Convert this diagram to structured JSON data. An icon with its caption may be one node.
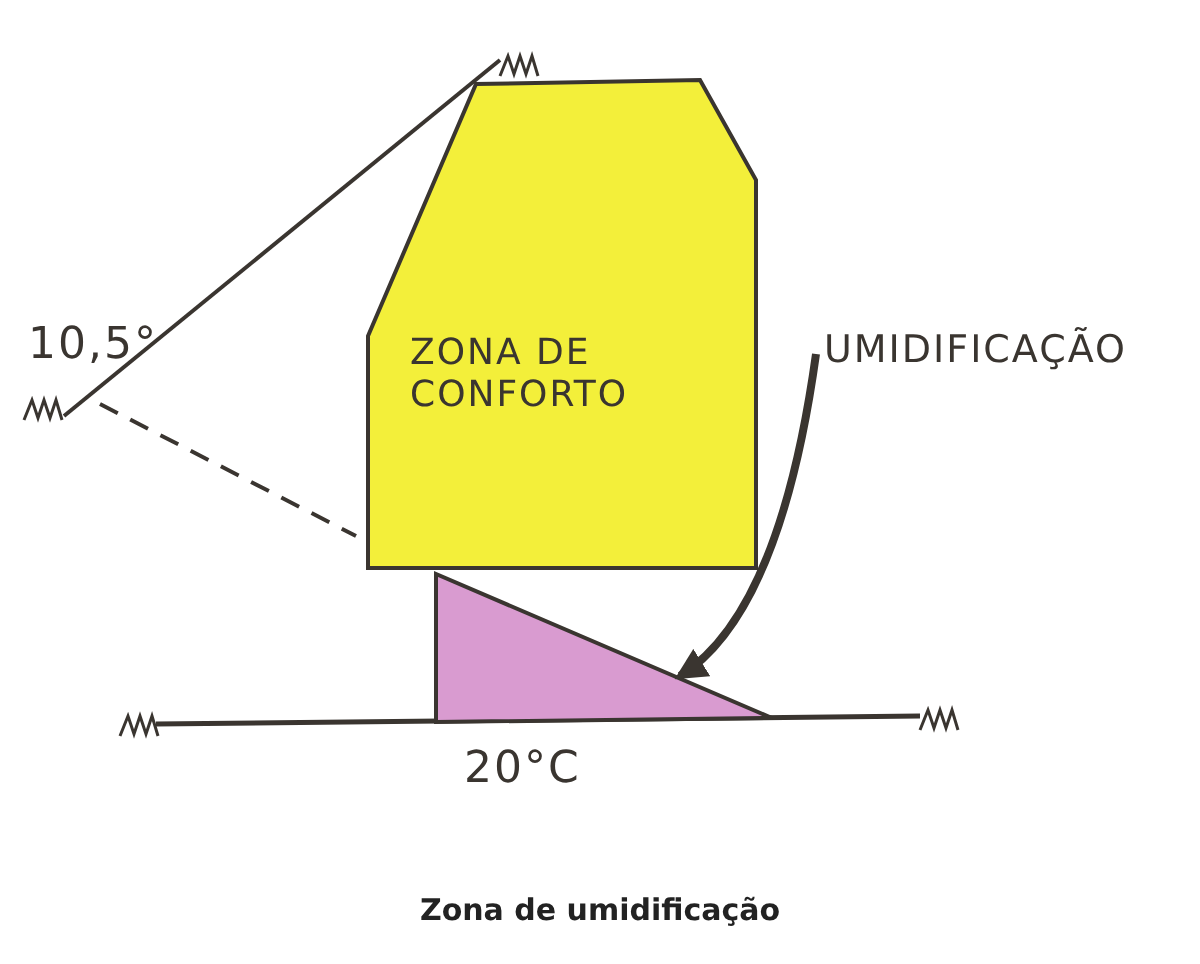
{
  "diagram": {
    "caption": "Zona de umidificação",
    "nodes": [
      {
        "text": [
          "ZONA DE CONFORTO"
        ]
      },
      {
        "text": [
          "UMIDIFICAÇÃO"
        ]
      },
      {
        "text": [],
        "shape": "triangle"
      }
    ],
    "edges": [
      {
        "from": 1,
        "to": 2,
        "arrow": "to"
      }
    ],
    "labels": [
      "10,5°",
      "20°C"
    ]
  }
}
